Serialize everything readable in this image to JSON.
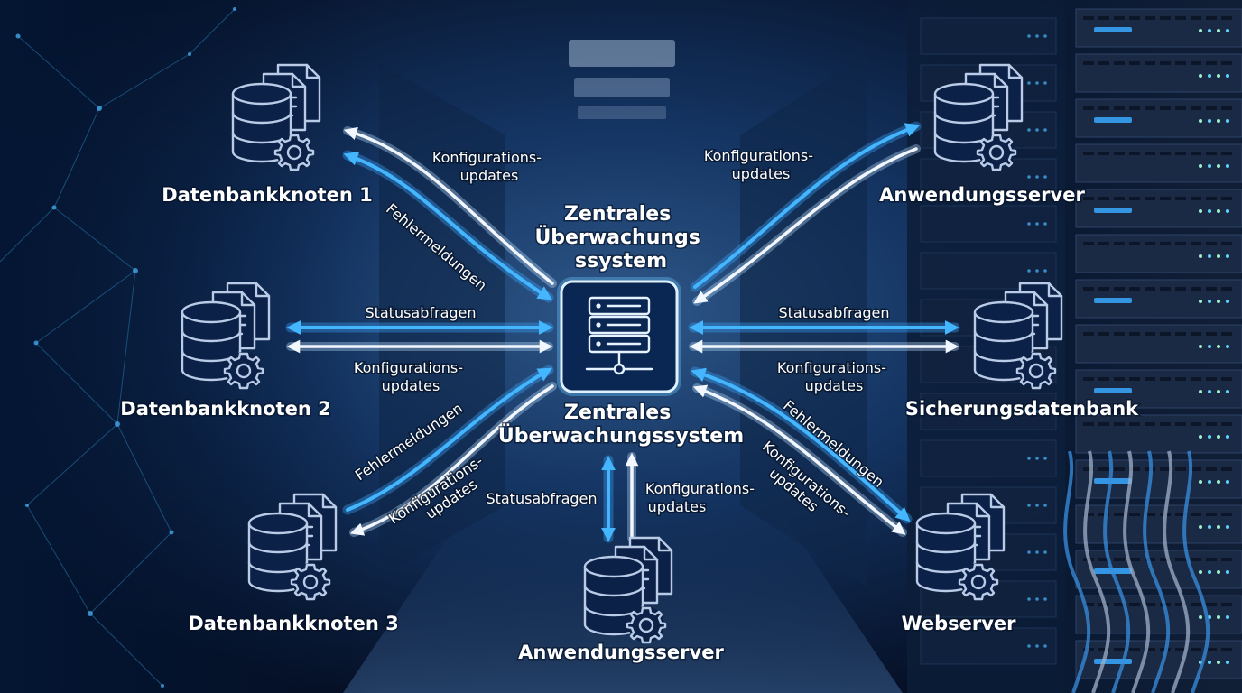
{
  "hub": {
    "title_lines": [
      "Zentrales",
      "Überwachungs",
      "ssystem"
    ],
    "subtitle_lines": [
      "Zentrales",
      "Überwachungssystem"
    ]
  },
  "nodes": {
    "db1": "Datenbankknoten 1",
    "db2": "Datenbankknoten 2",
    "db3": "Datenbankknoten 3",
    "app_top": "Anwendungsserver",
    "backup": "Sicherungsdatenbank",
    "web": "Webserver",
    "app_bottom": "Anwendungsserver"
  },
  "edge_labels": {
    "db1_config": [
      "Konfigurations-",
      "updates"
    ],
    "db1_error": "Fehlermeldungen",
    "db2_status": "Statusabfragen",
    "db2_config": [
      "Konfigurations-",
      "updates"
    ],
    "db3_error": "Fehlermeldungen",
    "db3_config": [
      "Konfigurations-",
      "updates"
    ],
    "app_top_config": [
      "Konfigurations-",
      "updates"
    ],
    "backup_status": "Statusabfragen",
    "backup_config": [
      "Konfigurations-",
      "updates"
    ],
    "web_error": "Fehlermeldungen",
    "web_config": [
      "Konfigurations-",
      "updates"
    ],
    "bottom_status": "Statusabfragen",
    "bottom_config": [
      "Konfigurations-",
      "updates"
    ]
  },
  "colors": {
    "background": "#06162e",
    "accent_blue": "#43b6ff",
    "arrow_white": "#f2f7ff",
    "icon_stroke": "#b9cbe6",
    "text": "#ffffff"
  },
  "icons": {
    "node": "database-document-gear-icon",
    "hub": "server-network-icon"
  }
}
